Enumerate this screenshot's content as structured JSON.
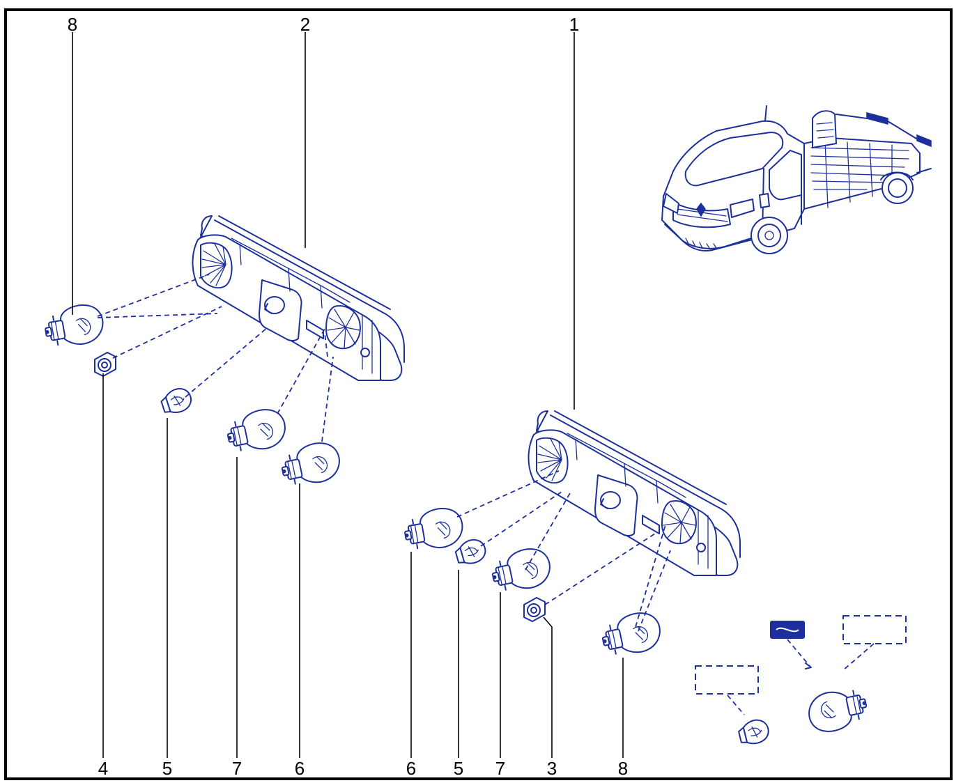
{
  "colors": {
    "ink": "#1c2f9c",
    "frame": "#000000",
    "background": "#ffffff"
  },
  "callouts": {
    "top_left_8": "8",
    "top_2": "2",
    "top_1": "1",
    "bottom_4": "4",
    "bottom_5_left": "5",
    "bottom_7_left": "7",
    "bottom_6_left": "6",
    "bottom_6_right": "6",
    "bottom_5_right": "5",
    "bottom_7_right": "7",
    "bottom_3": "3",
    "bottom_8_right": "8"
  },
  "icons": {
    "vehicle": "chassis-cab-van-icon",
    "lamp_assembly": "rear-lamp-cluster-icon",
    "bulb": "light-bulb-icon",
    "legend": "bulb-type-legend-icon"
  }
}
